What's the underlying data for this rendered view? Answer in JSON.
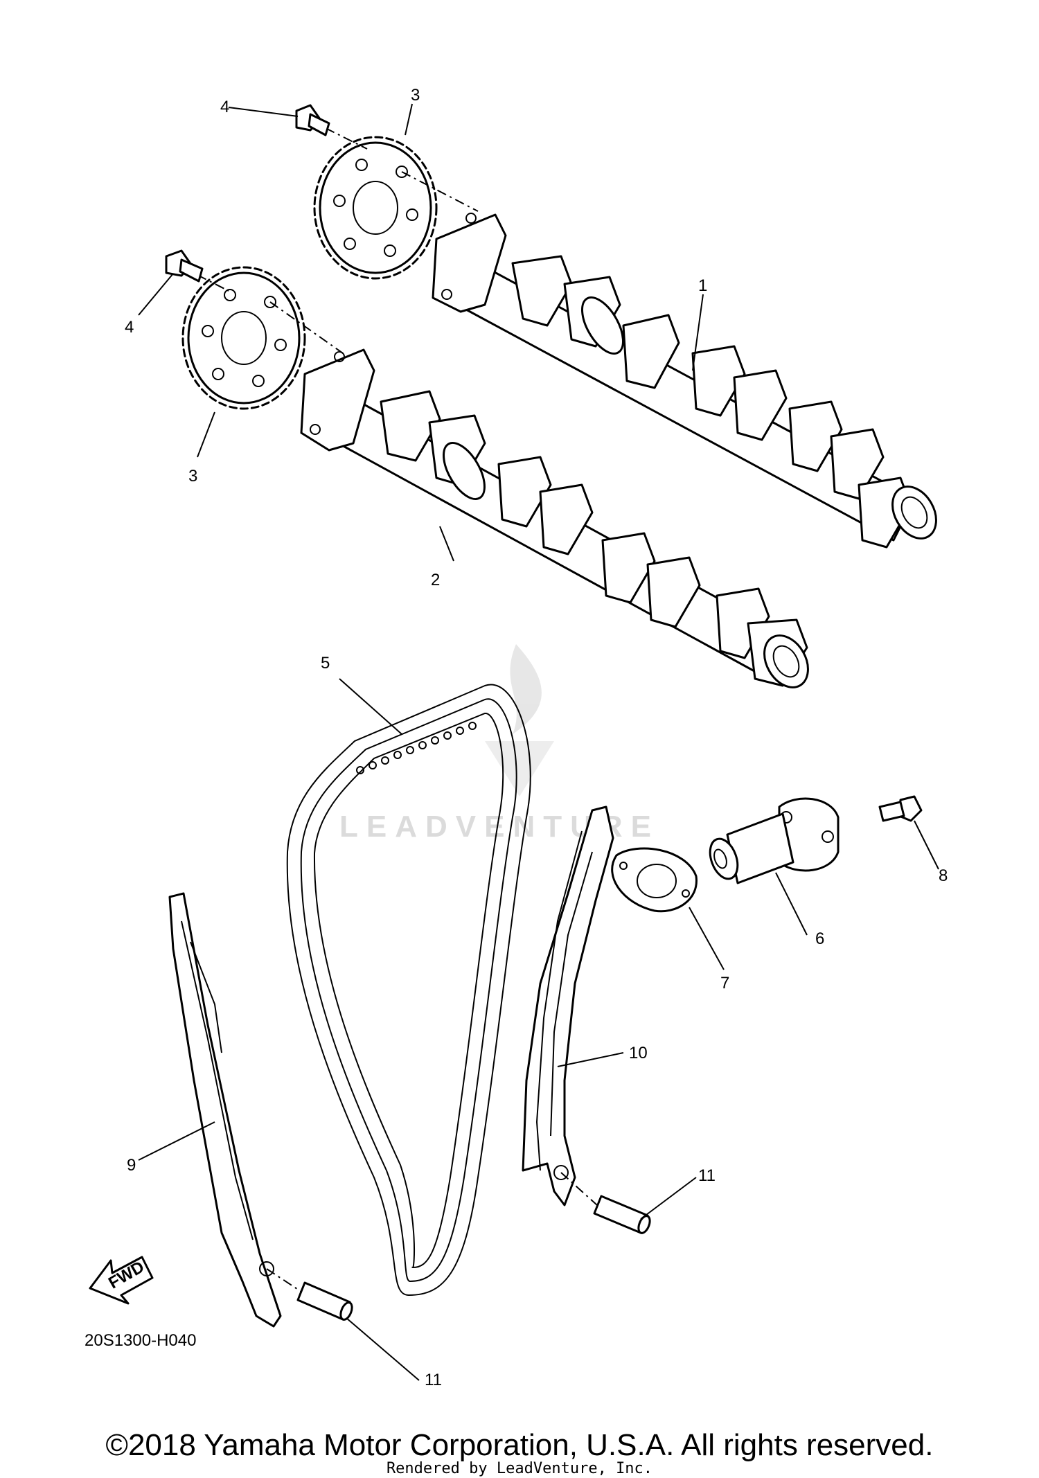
{
  "diagram": {
    "callouts": {
      "c1": "1",
      "c2": "2",
      "c3a": "3",
      "c3b": "3",
      "c4a": "4",
      "c4b": "4",
      "c5": "5",
      "c6": "6",
      "c7": "7",
      "c8": "8",
      "c9": "9",
      "c10": "10",
      "c11a": "11",
      "c11b": "11"
    },
    "fwd_label": "FWD",
    "diagram_code": "20S1300-H040",
    "watermark": "LEADVENTURE"
  },
  "footer": {
    "copyright": "©2018 Yamaha Motor Corporation, U.S.A. All rights reserved.",
    "rendered_by": "Rendered by LeadVenture, Inc."
  }
}
